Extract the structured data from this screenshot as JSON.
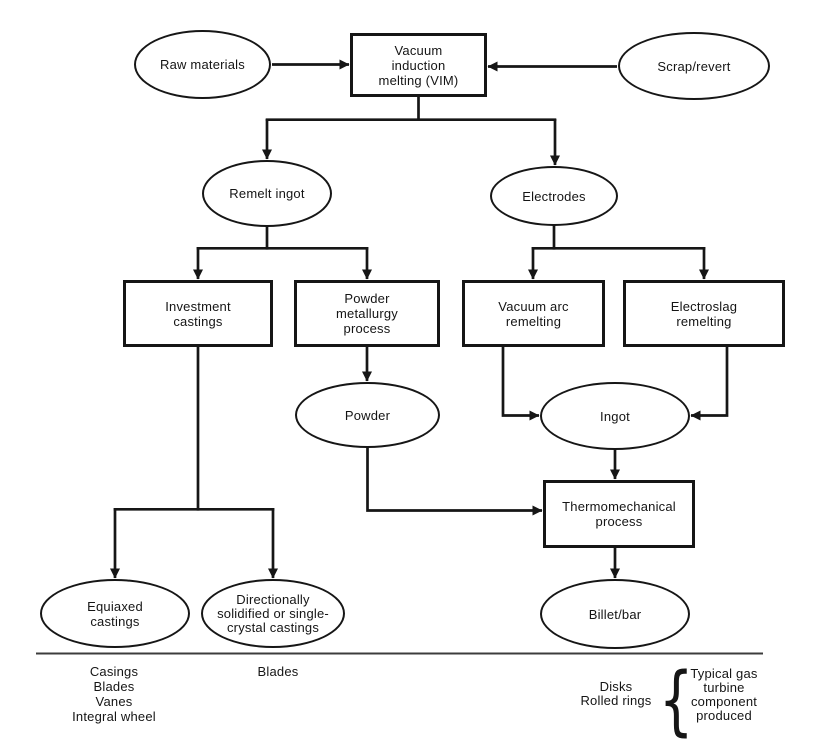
{
  "diagram": {
    "nodes": {
      "raw_materials": "Raw materials",
      "vim": "Vacuum\ninduction\nmelting (VIM)",
      "scrap_revert": "Scrap/revert",
      "remelt_ingot": "Remelt ingot",
      "electrodes": "Electrodes",
      "investment_castings": "Investment\ncastings",
      "powder_metallurgy": "Powder\nmetallurgy\nprocess",
      "vacuum_arc_remelting": "Vacuum arc\nremelting",
      "electroslag_remelting": "Electroslag\nremelting",
      "powder": "Powder",
      "ingot": "Ingot",
      "thermomechanical": "Thermomechanical\nprocess",
      "equiaxed_castings": "Equiaxed\ncastings",
      "ds_castings": "Directionally\nsolidified or single-\ncrystal castings",
      "billet_bar": "Billet/bar"
    },
    "footer": {
      "investment_products": "Casings\nBlades\nVanes\nIntegral wheel",
      "ds_products": "Blades",
      "wrought_products": "Disks\nRolled rings",
      "brace": "{",
      "note": "Typical gas\nturbine\ncomponent\nproduced"
    },
    "colors": {
      "line": "#161616",
      "background": "#ffffff"
    }
  }
}
